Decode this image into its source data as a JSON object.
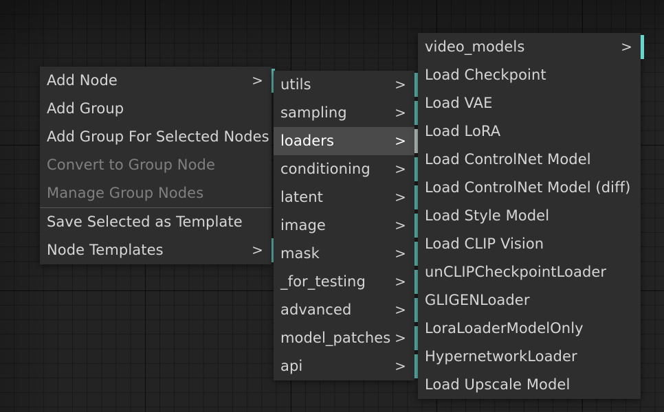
{
  "canvas": {
    "background_color": "#232323",
    "grid_line_color": "#1b1b1b"
  },
  "theme": {
    "menu_background": "#2e2e2e",
    "menu_text": "#d6d6d6",
    "menu_text_disabled": "#808080",
    "menu_highlight_background": "#4a4a4a",
    "menu_highlight_text": "#ffffff",
    "submenu_marker_teal": "#5ab5ad",
    "submenu_marker_teal_bright": "#64d8cd",
    "separator_color": "#565656"
  },
  "icons": {
    "submenu_arrow": "submenu-arrow-icon",
    "arrow_glyph": ">"
  },
  "menus": {
    "root": {
      "name": "canvas-context-menu",
      "items": [
        {
          "label": "Add Node",
          "has_submenu": true,
          "disabled": false,
          "highlighted": false
        },
        {
          "label": "Add Group",
          "has_submenu": false,
          "disabled": false,
          "highlighted": false
        },
        {
          "label": "Add Group For Selected Nodes",
          "has_submenu": false,
          "disabled": false,
          "highlighted": false
        },
        {
          "label": "Convert to Group Node",
          "has_submenu": false,
          "disabled": true,
          "highlighted": false
        },
        {
          "label": "Manage Group Nodes",
          "has_submenu": false,
          "disabled": true,
          "highlighted": false
        },
        {
          "separator": true
        },
        {
          "label": "Save Selected as Template",
          "has_submenu": false,
          "disabled": false,
          "highlighted": false
        },
        {
          "label": "Node Templates",
          "has_submenu": true,
          "disabled": false,
          "highlighted": false
        }
      ]
    },
    "categories": {
      "name": "add-node-category-submenu",
      "items": [
        {
          "label": "utils",
          "has_submenu": true,
          "disabled": false,
          "highlighted": false
        },
        {
          "label": "sampling",
          "has_submenu": true,
          "disabled": false,
          "highlighted": false
        },
        {
          "label": "loaders",
          "has_submenu": true,
          "disabled": false,
          "highlighted": true
        },
        {
          "label": "conditioning",
          "has_submenu": true,
          "disabled": false,
          "highlighted": false
        },
        {
          "label": "latent",
          "has_submenu": true,
          "disabled": false,
          "highlighted": false
        },
        {
          "label": "image",
          "has_submenu": true,
          "disabled": false,
          "highlighted": false
        },
        {
          "label": "mask",
          "has_submenu": true,
          "disabled": false,
          "highlighted": false
        },
        {
          "label": "_for_testing",
          "has_submenu": true,
          "disabled": false,
          "highlighted": false
        },
        {
          "label": "advanced",
          "has_submenu": true,
          "disabled": false,
          "highlighted": false
        },
        {
          "label": "model_patches",
          "has_submenu": true,
          "disabled": false,
          "highlighted": false
        },
        {
          "label": "api",
          "has_submenu": true,
          "disabled": false,
          "highlighted": false
        }
      ]
    },
    "loaders": {
      "name": "loaders-submenu",
      "items": [
        {
          "label": "video_models",
          "has_submenu": true,
          "disabled": false,
          "highlighted": false,
          "bright_marker": true
        },
        {
          "label": "Load Checkpoint",
          "has_submenu": false,
          "disabled": false,
          "highlighted": false
        },
        {
          "label": "Load VAE",
          "has_submenu": false,
          "disabled": false,
          "highlighted": false
        },
        {
          "label": "Load LoRA",
          "has_submenu": false,
          "disabled": false,
          "highlighted": false
        },
        {
          "label": "Load ControlNet Model",
          "has_submenu": false,
          "disabled": false,
          "highlighted": false
        },
        {
          "label": "Load ControlNet Model (diff)",
          "has_submenu": false,
          "disabled": false,
          "highlighted": false
        },
        {
          "label": "Load Style Model",
          "has_submenu": false,
          "disabled": false,
          "highlighted": false
        },
        {
          "label": "Load CLIP Vision",
          "has_submenu": false,
          "disabled": false,
          "highlighted": false
        },
        {
          "label": "unCLIPCheckpointLoader",
          "has_submenu": false,
          "disabled": false,
          "highlighted": false
        },
        {
          "label": "GLIGENLoader",
          "has_submenu": false,
          "disabled": false,
          "highlighted": false
        },
        {
          "label": "LoraLoaderModelOnly",
          "has_submenu": false,
          "disabled": false,
          "highlighted": false
        },
        {
          "label": "HypernetworkLoader",
          "has_submenu": false,
          "disabled": false,
          "highlighted": false
        },
        {
          "label": "Load Upscale Model",
          "has_submenu": false,
          "disabled": false,
          "highlighted": false
        }
      ]
    }
  }
}
